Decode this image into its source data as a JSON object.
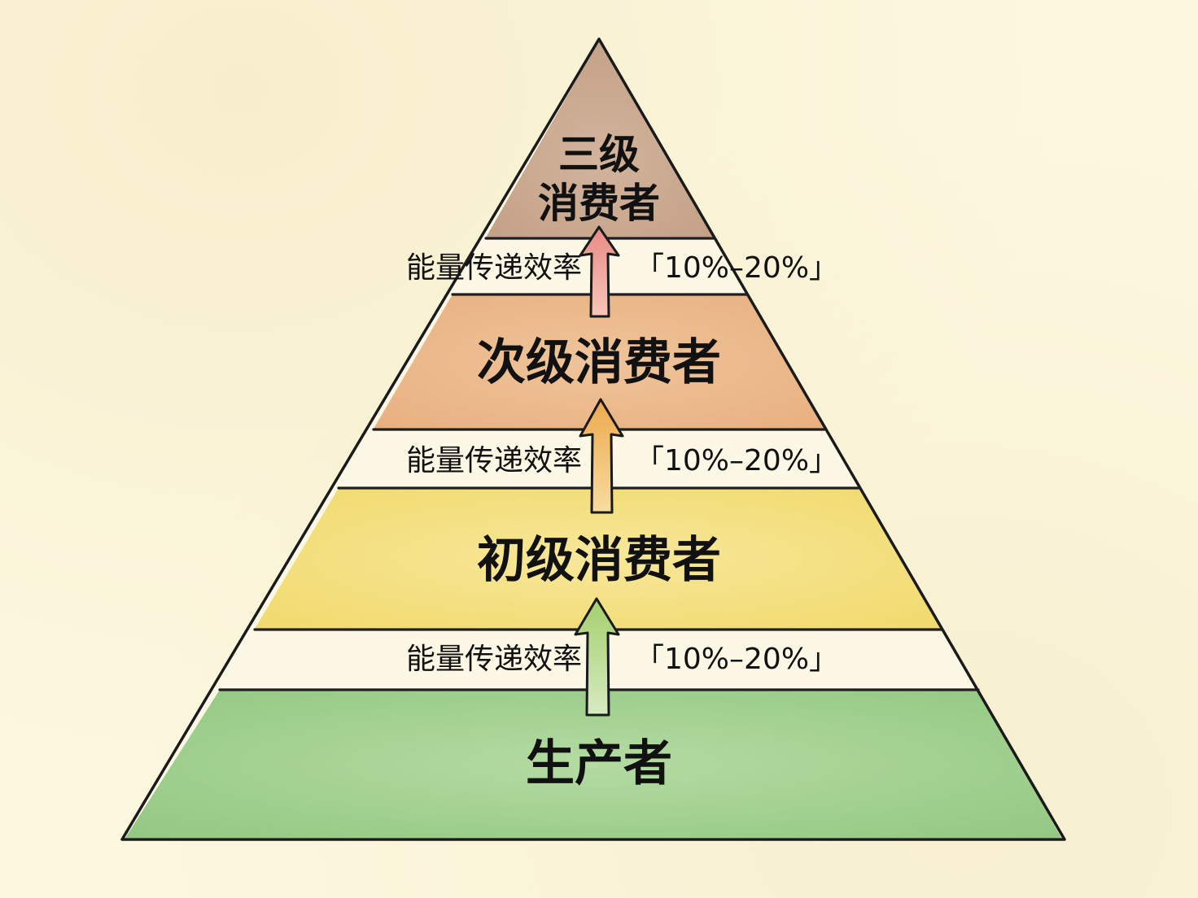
{
  "diagram": {
    "type": "ecological-energy-pyramid",
    "tiers": [
      {
        "id": "tertiary",
        "label_line1": "三级",
        "label_line2": "消费者",
        "color": "#c9a88f"
      },
      {
        "id": "secondary",
        "label": "次级消费者",
        "color": "#ecb98a"
      },
      {
        "id": "primary",
        "label": "初级消费者",
        "color": "#f4e07a"
      },
      {
        "id": "producers",
        "label": "生产者",
        "color": "#9fd08c"
      }
    ],
    "transfers": [
      {
        "from": "次级消费者",
        "to": "三级消费者",
        "label": "能量传递效率",
        "value": "「10%–20%」",
        "arrow_color": "#e98a86"
      },
      {
        "from": "初级消费者",
        "to": "次级消费者",
        "label": "能量传递效率",
        "value": "「10%–20%」",
        "arrow_color": "#f0b25a"
      },
      {
        "from": "生产者",
        "to": "初级消费者",
        "label": "能量传递效率",
        "value": "「10%–20%」",
        "arrow_color": "#a9d174"
      }
    ],
    "colors": {
      "background": "#fcf6dc",
      "outline": "#1a1a1a",
      "gap_band": "#fdf8e4"
    }
  }
}
